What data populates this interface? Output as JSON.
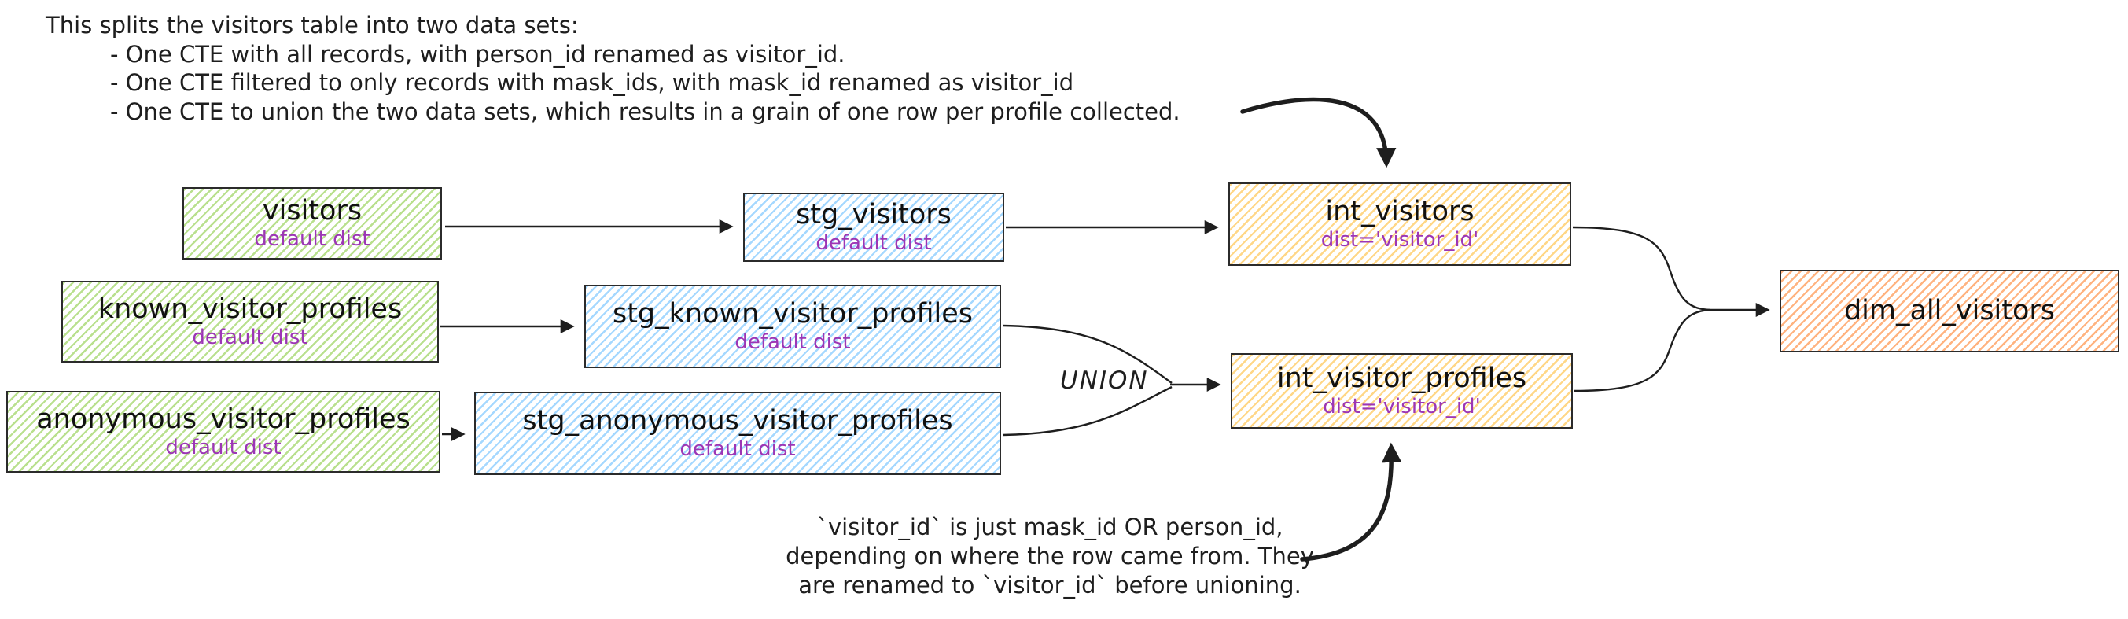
{
  "notes": {
    "top": {
      "intro": "This splits the visitors table into two data sets:",
      "bullets": [
        "- One CTE with all records, with person_id renamed as visitor_id.",
        "- One CTE filtered to only records with mask_ids, with mask_id renamed as visitor_id",
        "- One CTE to union the two data sets, which results in a grain of one row per profile collected."
      ]
    },
    "bottom": {
      "lines": [
        "`visitor_id` is just mask_id OR person_id,",
        "depending on where the row came from. They",
        "are renamed to `visitor_id` before unioning."
      ]
    },
    "union_label": "UNION"
  },
  "nodes": {
    "visitors": {
      "title": "visitors",
      "subtitle": "default dist"
    },
    "known_visitor_profiles": {
      "title": "known_visitor_profiles",
      "subtitle": "default dist"
    },
    "anonymous_visitor_profiles": {
      "title": "anonymous_visitor_profiles",
      "subtitle": "default dist"
    },
    "stg_visitors": {
      "title": "stg_visitors",
      "subtitle": "default dist"
    },
    "stg_known_visitor_profiles": {
      "title": "stg_known_visitor_profiles",
      "subtitle": "default dist"
    },
    "stg_anonymous_visitor_profiles": {
      "title": "stg_anonymous_visitor_profiles",
      "subtitle": "default dist"
    },
    "int_visitors": {
      "title": "int_visitors",
      "subtitle": "dist='visitor_id'"
    },
    "int_visitor_profiles": {
      "title": "int_visitor_profiles",
      "subtitle": "dist='visitor_id'"
    },
    "dim_all_visitors": {
      "title": "dim_all_visitors"
    }
  },
  "colors": {
    "source_hachure": "#b9e08e",
    "staging_hachure": "#a5d8ff",
    "intermediate_hachure": "#ffd787",
    "dim_hachure": "#ffb380",
    "stroke": "#1e1e1e",
    "title_text": "#111111",
    "subtitle_text": "#9c36b5"
  }
}
